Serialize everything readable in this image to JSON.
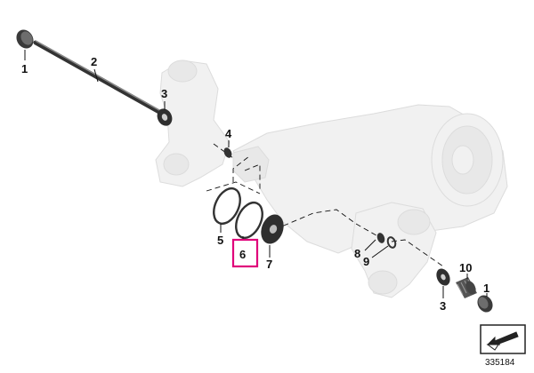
{
  "colors": {
    "housing_fill": "#f1f1f1",
    "housing_stroke": "#dcdcdc",
    "part_dark": "#2a2a2a",
    "part_mid": "#7a7a7a",
    "leader": "#111111",
    "highlight": "#e0007a"
  },
  "callouts": {
    "c1_top": "1",
    "c2": "2",
    "c3_top": "3",
    "c4": "4",
    "c5": "5",
    "c6": "6",
    "c7": "7",
    "c8": "8",
    "c9": "9",
    "c10": "10",
    "c1_right": "1",
    "c3_bottom": "3"
  },
  "highlighted_callout": "6",
  "reference_number": "335184",
  "icons": [
    "direction-arrow-icon"
  ]
}
